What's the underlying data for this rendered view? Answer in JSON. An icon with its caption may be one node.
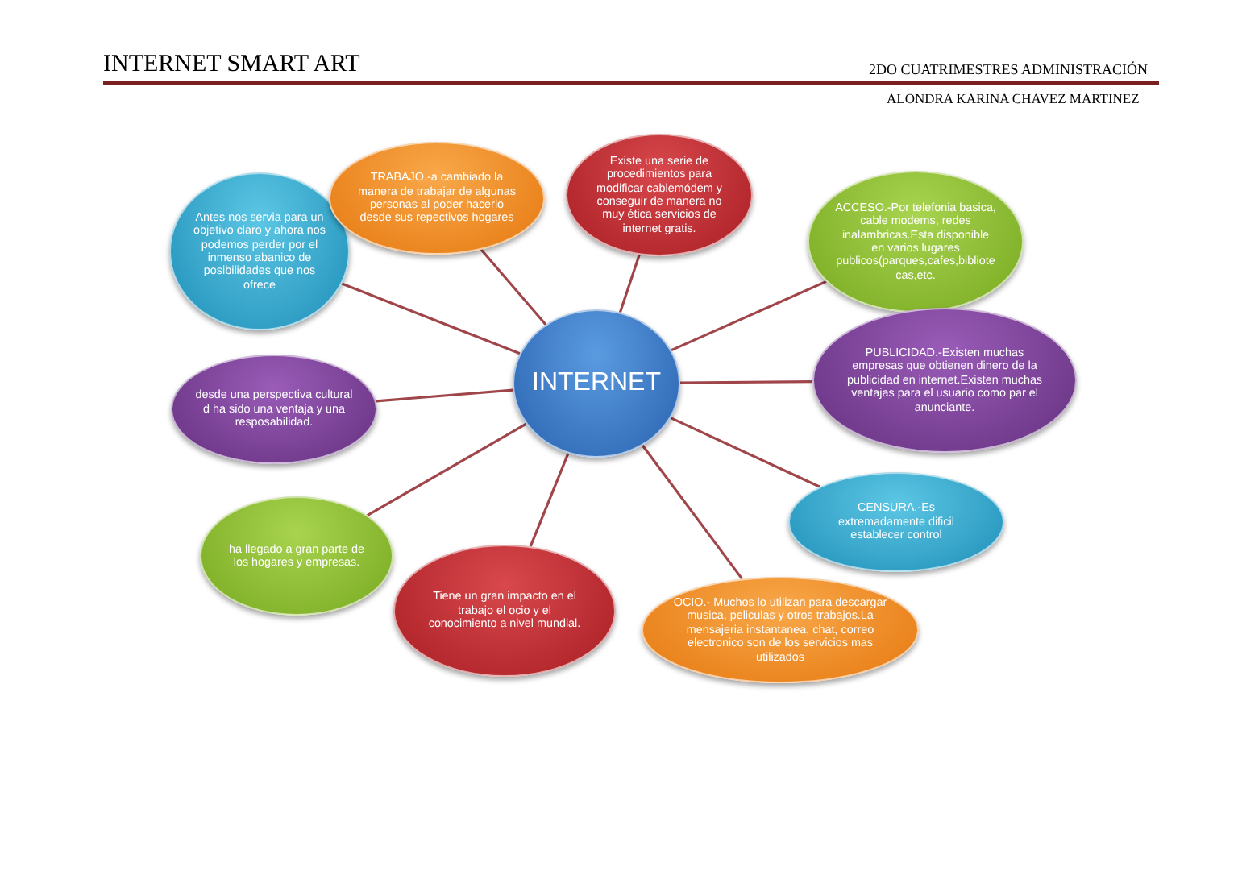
{
  "diagram": {
    "title": "INTERNET SMART ART",
    "nodes": [
      {
        "text": [
          "INTERNET"
        ]
      },
      {
        "text": [
          "Antes nos servia para un objetivo claro y ahora nos podemos perder por el inmenso abanico de posibilidades que nos ofrece"
        ]
      },
      {
        "text": [
          "TRABAJO.-a cambiado la manera de trabajar de algunas personas al poder hacerlo desde sus repectivos hogares"
        ]
      },
      {
        "text": [
          "Existe una serie de procedimientos para modificar cablemódem y conseguir de manera no muy ética servicios de internet gratis."
        ]
      },
      {
        "text": [
          "ACCESO.-Por telefonia basica, cable modems, redes inalambricas.Esta disponible en varios lugares publicos(parques,cafes,bibliotecas,etc."
        ]
      },
      {
        "text": [
          "PUBLICIDAD.-Existen muchas empresas que obtienen dinero de la publicidad en internet.Existen muchas ventajas para el usuario como par el anunciante."
        ]
      },
      {
        "text": [
          "desde una perspectiva cultural d ha sido una ventaja y una resposabilidad."
        ]
      },
      {
        "text": [
          "CENSURA.-Es extremadamente dificil establecer control"
        ]
      },
      {
        "text": [
          "ha llegado a gran parte de los hogares y empresas."
        ]
      },
      {
        "text": [
          "Tiene un gran impacto en el trabajo el ocio y el conocimiento a nivel mundial."
        ]
      },
      {
        "text": [
          "OCIO.- Muchos lo utilizan para descargar musica, peliculas y otros trabajos.La mensajeria instantanea, chat, correo electronico son de los servicios mas utilizados"
        ]
      }
    ],
    "edges": [
      {
        "from": 0,
        "to": 1,
        "arrow": "none"
      },
      {
        "from": 0,
        "to": 2,
        "arrow": "none"
      },
      {
        "from": 0,
        "to": 3,
        "arrow": "none"
      },
      {
        "from": 0,
        "to": 4,
        "arrow": "none"
      },
      {
        "from": 0,
        "to": 5,
        "arrow": "none"
      },
      {
        "from": 0,
        "to": 6,
        "arrow": "none"
      },
      {
        "from": 0,
        "to": 7,
        "arrow": "none"
      },
      {
        "from": 0,
        "to": 8,
        "arrow": "none"
      },
      {
        "from": 0,
        "to": 9,
        "arrow": "none"
      },
      {
        "from": 0,
        "to": 10,
        "arrow": "none"
      }
    ],
    "labels": [
      "2DO CUATRIMESTRES ADMINISTRACIÓN",
      "ALONDRA KARINA CHAVEZ MARTINEZ"
    ]
  }
}
